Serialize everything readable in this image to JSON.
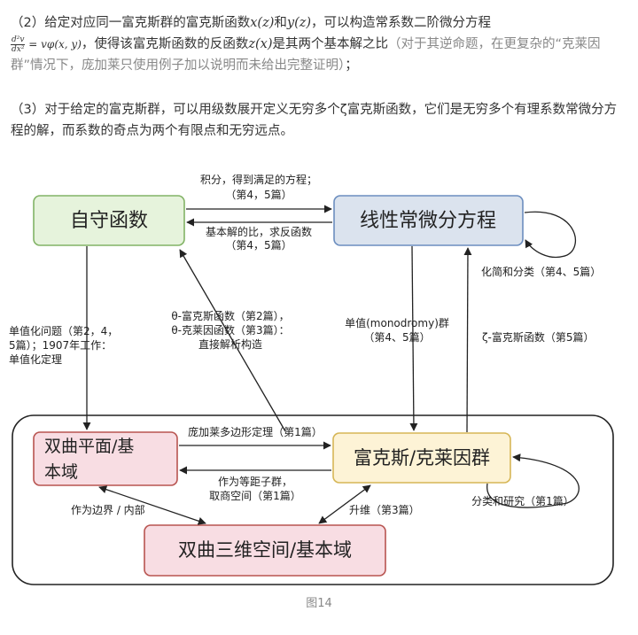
{
  "paragraph2": {
    "intro": "（2）给定对应同一富克斯群的富克斯函数",
    "fx": "x(z)",
    "and": "和",
    "fy": "y(z)",
    "mid": "，可以构造常系数二阶微分方程",
    "frac_num": "d²v",
    "frac_den": "dx²",
    "eq_rhs": " = vφ(x, y)",
    "mid2": "，使得该富克斯函数的反函数",
    "fz": "z(x)",
    "end": "是其两个基本解之比",
    "note": "（对于其逆命题，在更复杂的“克莱因群”情况下，庞加莱只使用例子加以说明而未给出完整证明）",
    "tail": "；"
  },
  "paragraph3": {
    "text": "（3）对于给定的富克斯群，可以用级数展开定义无穷多个ζ富克斯函数，它们是无穷多个有理系数常微分方程的解，而系数的奇点为两个有限点和无穷远点。"
  },
  "diagram": {
    "nodes": {
      "automorphic": "自守函数",
      "linear_ode": "线性常微分方程",
      "hyperbolic_plane": [
        "双曲平面/基",
        "本域"
      ],
      "fuchsian_kleinian": "富克斯/克莱因群",
      "hyperbolic_3d": "双曲三维空间/基本域"
    },
    "edges": {
      "integrate": [
        "积分，得到满足的方程；",
        "（第4，5篇）"
      ],
      "ratio_inverse": [
        "基本解的比，求反函数",
        "（第4，5篇）"
      ],
      "simplify_classify": "化简和分类（第4、5篇）",
      "uniformization": [
        "单值化问题（第2，4，",
        "5篇）；1907年工作：",
        "单值化定理"
      ],
      "theta_fuchs": [
        "θ-富克斯函数（第2篇），",
        "θ-克莱因函数（第3篇）：",
        "直接解析构造"
      ],
      "monodromy": [
        "单值(monodromy)群",
        "（第4、5篇）"
      ],
      "zeta_fuchs": "ζ-富克斯函数（第5篇）",
      "polygon_theorem": "庞加莱多边形定理（第1篇）",
      "isometry_quotient": [
        "作为等距子群，",
        "取商空间（第1篇）"
      ],
      "as_boundary": "作为边界 / 内部",
      "lift": "升维（第3篇）",
      "classify_study": "分类和研究（第1篇）"
    },
    "colors": {
      "green_fill": "#e6f3dc",
      "green_stroke": "#82b366",
      "blue_fill": "#dbe3ee",
      "blue_stroke": "#6c8ebf",
      "pink_fill": "#f8dde3",
      "pink_stroke": "#b85450",
      "yellow_fill": "#fdf3d6",
      "yellow_stroke": "#d6b656"
    }
  },
  "caption": "图14"
}
